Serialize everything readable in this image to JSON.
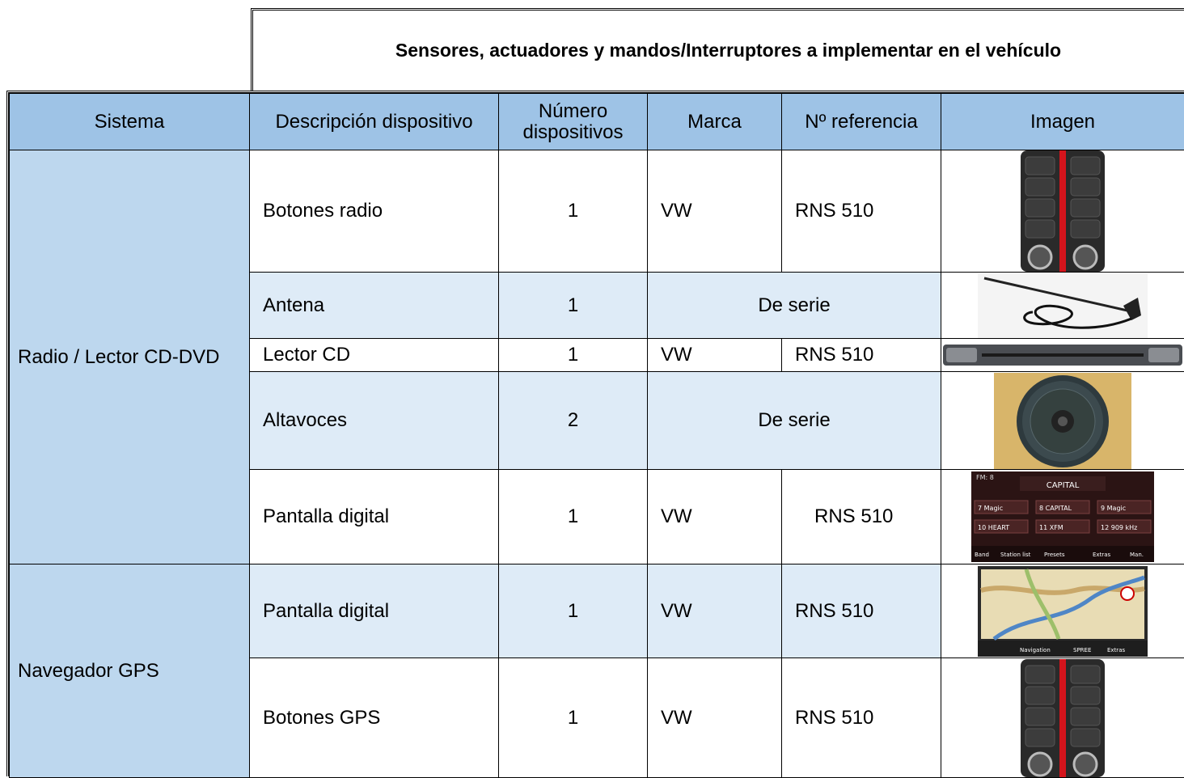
{
  "title": "Sensores, actuadores y mandos/Interruptores a implementar en el vehículo",
  "headers": {
    "sistema": "Sistema",
    "descripcion": "Descripción dispositivo",
    "numero": "Número dispositivos",
    "marca": "Marca",
    "referencia": "Nº referencia",
    "imagen": "Imagen"
  },
  "groups": [
    {
      "sistema": "Radio / Lector CD-DVD"
    },
    {
      "sistema": "Navegador GPS"
    }
  ],
  "rows": [
    {
      "descripcion": "Botones radio",
      "numero": "1",
      "marca": "VW",
      "referencia": "RNS 510",
      "imagen": "radio-buttons-panel"
    },
    {
      "descripcion": "Antena",
      "numero": "1",
      "serie": "De serie",
      "imagen": "antenna-cable"
    },
    {
      "descripcion": "Lector CD",
      "numero": "1",
      "marca": "VW",
      "referencia": "RNS 510",
      "imagen": "cd-slot"
    },
    {
      "descripcion": "Altavoces",
      "numero": "2",
      "serie": "De serie",
      "imagen": "speaker"
    },
    {
      "descripcion": "Pantalla digital",
      "numero": "1",
      "marca": "VW",
      "referencia": "RNS 510",
      "imagen": "radio-display",
      "screen": {
        "band": "FM: 8",
        "station": "CAPITAL",
        "presets": [
          "7 Magic",
          "8 CAPITAL",
          "9 Magic",
          "10 HEART",
          "11 XFM",
          "12 909 kHz"
        ],
        "buttons": [
          "Band",
          "Station list",
          "Presets",
          "Extras",
          "Man."
        ]
      }
    },
    {
      "descripcion": "Pantalla digital",
      "numero": "1",
      "marca": "VW",
      "referencia": "RNS 510",
      "imagen": "gps-map-display",
      "screen": {
        "buttons": [
          "Navigation",
          "SPREE",
          "Extras"
        ]
      }
    },
    {
      "descripcion": "Botones GPS",
      "numero": "1",
      "marca": "VW",
      "referencia": "RNS 510",
      "imagen": "gps-buttons-panel"
    }
  ],
  "colors": {
    "header": "#9ec3e6",
    "sistema": "#bdd7ee",
    "row_light": "#deebf7",
    "row_white": "#ffffff"
  }
}
